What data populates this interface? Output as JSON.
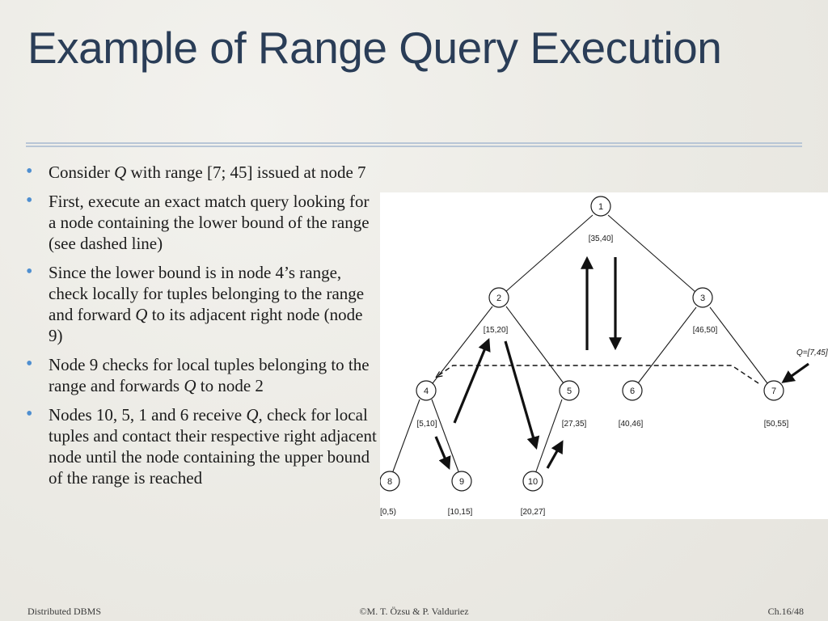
{
  "slide": {
    "title": "Example of Range Query Execution",
    "accent_color": "#2a3d57",
    "bullet_color": "#4f8fd0"
  },
  "bullets": [
    {
      "parts": [
        {
          "t": "Consider "
        },
        {
          "t": "Q",
          "i": true
        },
        {
          "t": " with range [7; 45] issued at node 7"
        }
      ]
    },
    {
      "parts": [
        {
          "t": "First, execute an exact match query looking for a node containing the lower bound of the range (see dashed line)"
        }
      ]
    },
    {
      "parts": [
        {
          "t": "Since the lower bound is in node 4’s range, check locally for tuples belonging to the range and forward "
        },
        {
          "t": "Q",
          "i": true
        },
        {
          "t": " to its adjacent right node (node 9)"
        }
      ]
    },
    {
      "parts": [
        {
          "t": "Node 9 checks for local tuples belonging to the range and forwards "
        },
        {
          "t": "Q",
          "i": true
        },
        {
          "t": " to node 2"
        }
      ]
    },
    {
      "parts": [
        {
          "t": "Nodes 10, 5, 1 and 6 receive "
        },
        {
          "t": "Q",
          "i": true
        },
        {
          "t": ", check for local tuples and contact their respective right adjacent node until the node containing the upper bound of the range is reached"
        }
      ]
    }
  ],
  "diagram": {
    "nodes": [
      {
        "id": "1",
        "range": "[35,40]"
      },
      {
        "id": "2",
        "range": "[15,20]"
      },
      {
        "id": "3",
        "range": "[46,50]"
      },
      {
        "id": "4",
        "range": "[5,10]"
      },
      {
        "id": "5",
        "range": "[27,35]"
      },
      {
        "id": "6",
        "range": "[40,46]"
      },
      {
        "id": "7",
        "range": "[50,55]"
      },
      {
        "id": "8",
        "range": "[0,5)"
      },
      {
        "id": "9",
        "range": "[10,15]"
      },
      {
        "id": "10",
        "range": "[20,27]"
      }
    ],
    "query_label": "Q=[7,45]"
  },
  "footer": {
    "left": "Distributed DBMS",
    "center": "©M. T. Özsu & P. Valduriez",
    "right": "Ch.16/48"
  }
}
